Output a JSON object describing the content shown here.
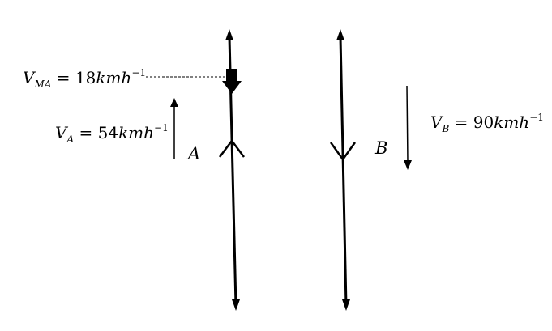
{
  "labels": {
    "vma": {
      "sym": "V",
      "sub": "MA",
      "eq": " = ",
      "num": "18",
      "unit": "kmh",
      "exp": "−1"
    },
    "va": {
      "sym": "V",
      "sub": "A",
      "eq": " = ",
      "num": "54",
      "unit": "kmh",
      "exp": "−1"
    },
    "vb": {
      "sym": "V",
      "sub": "B",
      "eq": " = ",
      "num": "90",
      "unit": "kmh",
      "exp": "−1"
    },
    "point_a": "A",
    "point_b": "B"
  }
}
